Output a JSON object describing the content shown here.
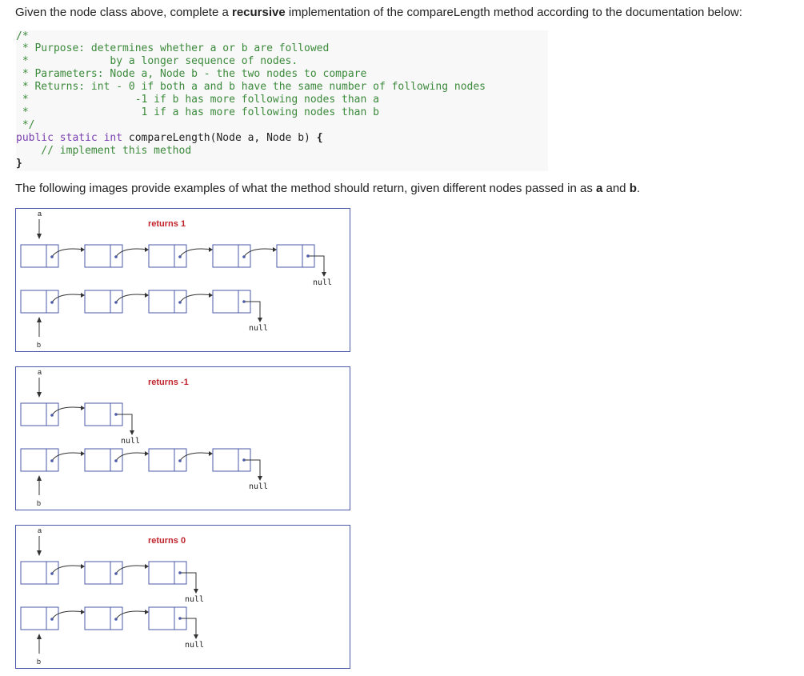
{
  "intro": {
    "before": "Given the node class above, complete a ",
    "bold": "recursive",
    "after": " implementation of the compareLength method according to the documentation below:"
  },
  "code": {
    "lines": [
      "/*",
      " * Purpose: determines whether a or b are followed",
      " *             by a longer sequence of nodes.",
      " * Parameters: Node a, Node b - the two nodes to compare",
      " * Returns: int - 0 if both a and b have the same number of following nodes",
      " *                 -1 if b has more following nodes than a",
      " *                  1 if a has more following nodes than b",
      " */"
    ],
    "signature_keywords": "public static int",
    "signature_rest": " compareLength(Node a, Node b) ",
    "open_brace": "{",
    "body_comment": "    // implement this method",
    "close_brace": "}"
  },
  "paragraph": {
    "before": "The following images provide examples of what the method should return, given different nodes passed in as ",
    "a": "a",
    "mid": " and ",
    "b": "b",
    "end": "."
  },
  "examples": [
    {
      "result": "returns 1",
      "a_label": "a",
      "b_label": "b",
      "a_nodes": 5,
      "b_nodes": 4,
      "null_label": "null"
    },
    {
      "result": "returns -1",
      "a_label": "a",
      "b_label": "b",
      "a_nodes": 2,
      "b_nodes": 4,
      "null_label": "null"
    },
    {
      "result": "returns 0",
      "a_label": "a",
      "b_label": "b",
      "a_nodes": 3,
      "b_nodes": 3,
      "null_label": "null"
    }
  ],
  "colors": {
    "node_stroke": "#4a5aa8",
    "frame": "#4a5aa8",
    "result_text": "#c0222a",
    "comment": "#3b8a3b",
    "keyword": "#7a3fb0"
  }
}
